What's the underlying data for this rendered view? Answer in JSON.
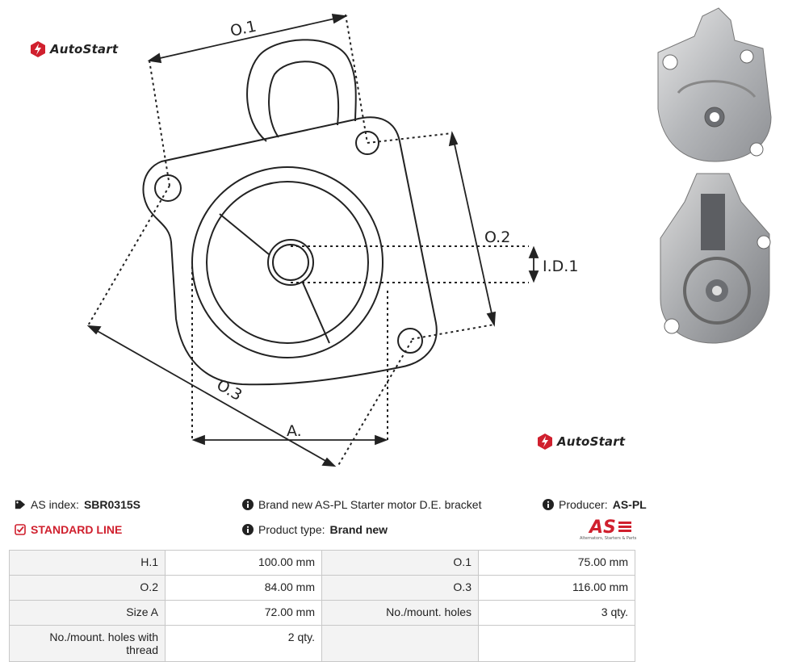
{
  "brand_name": "AutoStart",
  "drawing_labels": {
    "o1": "O.1",
    "o2": "O.2",
    "o3": "O.3",
    "id1": "I.D.1",
    "a": "A."
  },
  "info": {
    "as_index_label": "AS index:",
    "as_index_value": "SBR0315S",
    "description": "Brand new AS-PL Starter motor D.E. bracket",
    "producer_label": "Producer:",
    "producer_value": "AS-PL",
    "standard_line": "STANDARD LINE",
    "product_type_label": "Product type:",
    "product_type_value": "Brand new",
    "brand_logo_text": "AS",
    "brand_logo_tagline": "Alternators, Starters & Parts"
  },
  "specs": [
    {
      "l1": "H.1",
      "v1": "100.00 mm",
      "l2": "O.1",
      "v2": "75.00 mm"
    },
    {
      "l1": "O.2",
      "v1": "84.00 mm",
      "l2": "O.3",
      "v2": "116.00 mm"
    },
    {
      "l1": "Size A",
      "v1": "72.00 mm",
      "l2": "No./mount. holes",
      "v2": "3 qty."
    },
    {
      "l1": "No./mount. holes with thread",
      "v1": "2 qty.",
      "l2": "",
      "v2": ""
    }
  ],
  "icons": {
    "tag": "tag-icon",
    "info": "info-icon",
    "check": "checkbox-icon"
  },
  "colors": {
    "accent_red": "#d0202e",
    "label_bg": "#f3f3f3",
    "border": "#c8c8c8"
  }
}
